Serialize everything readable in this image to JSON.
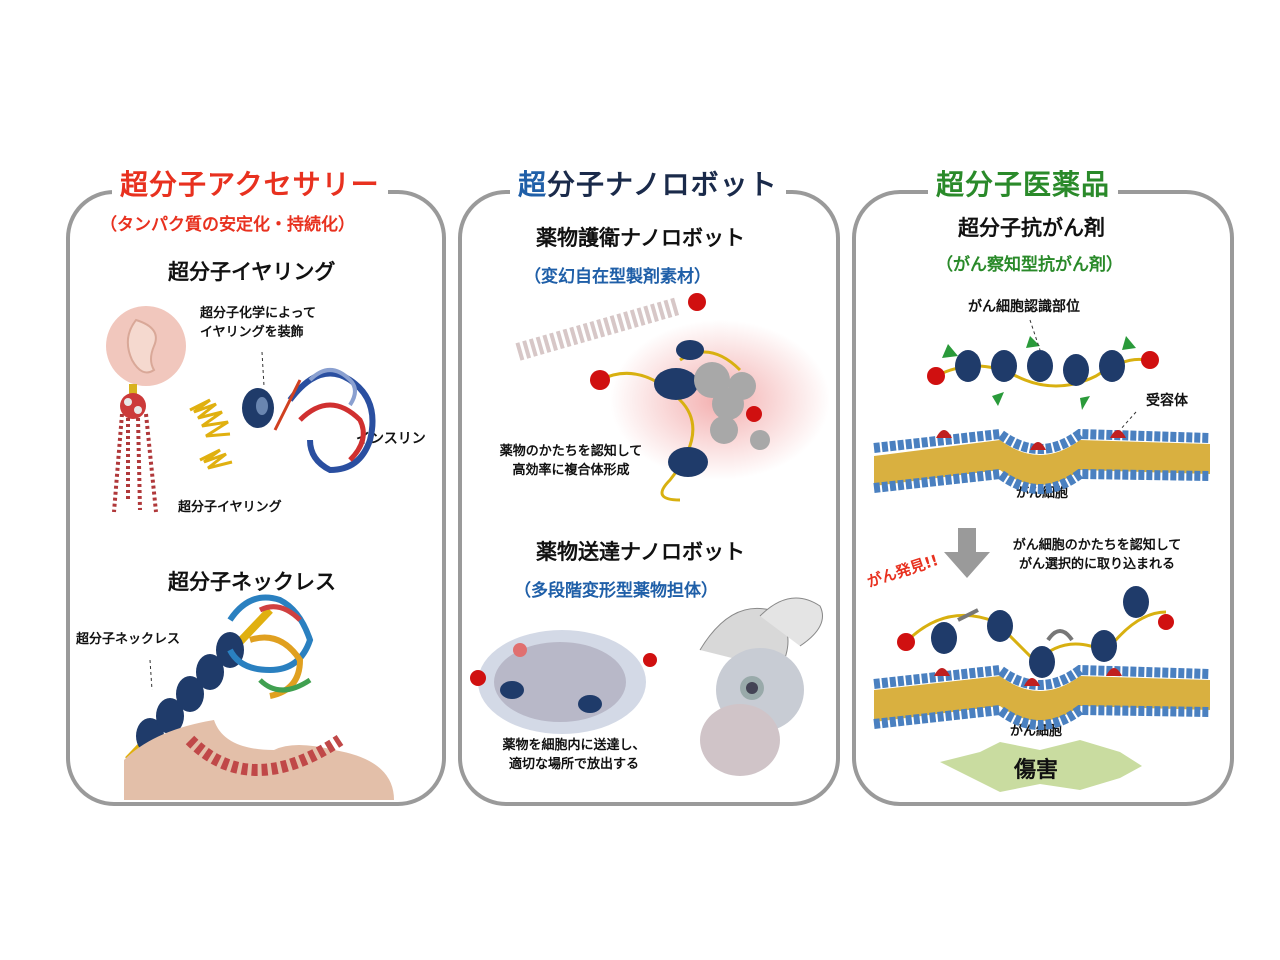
{
  "panels": [
    {
      "title_accent": "超",
      "title_rest": "分子アクセサリー",
      "accent_color": "#e8311f",
      "rest_color": "#e8311f",
      "subtitle": "（タンパク質の安定化・持続化）",
      "subtitle_color": "#e8311f",
      "headings": [
        "超分子イヤリング",
        "超分子ネックレス"
      ],
      "notes": {
        "decorate": [
          "超分子化学によって",
          "イヤリングを装飾"
        ],
        "insulin": "インスリン",
        "earring_label": "超分子イヤリング",
        "necklace_label": "超分子ネックレス"
      }
    },
    {
      "title_accent": "超",
      "title_rest": "分子ナノロボット",
      "accent_color": "#1f5fa8",
      "rest_color": "#1a2a4a",
      "headings": [
        "薬物護衛ナノロボット",
        "薬物送達ナノロボット"
      ],
      "subtitles": [
        "（変幻自在型製剤素材）",
        "（多段階変形型薬物担体）"
      ],
      "subtitle_color": "#1f5fa8",
      "notes": {
        "recognize": [
          "薬物のかたちを認知して",
          "高効率に複合体形成"
        ],
        "deliver": [
          "薬物を細胞内に送達し、",
          "適切な場所で放出する"
        ]
      }
    },
    {
      "title_accent": "超",
      "title_rest": "分子医薬品",
      "accent_color": "#2a8a2a",
      "rest_color": "#2a8a2a",
      "heading": "超分子抗がん剤",
      "subtitle": "（がん察知型抗がん剤）",
      "subtitle_color": "#2a8a2a",
      "notes": {
        "recognition_site": "がん細胞認識部位",
        "receptor": "受容体",
        "cancer_cell_1": "がん細胞",
        "found": "がん発見!!",
        "uptake": [
          "がん細胞のかたちを認知して",
          "がん選択的に取り込まれる"
        ],
        "cancer_cell_2": "がん細胞",
        "damage": "傷害"
      },
      "colors": {
        "found": "#e8311f",
        "damage_burst": "#c9dca0"
      }
    }
  ]
}
